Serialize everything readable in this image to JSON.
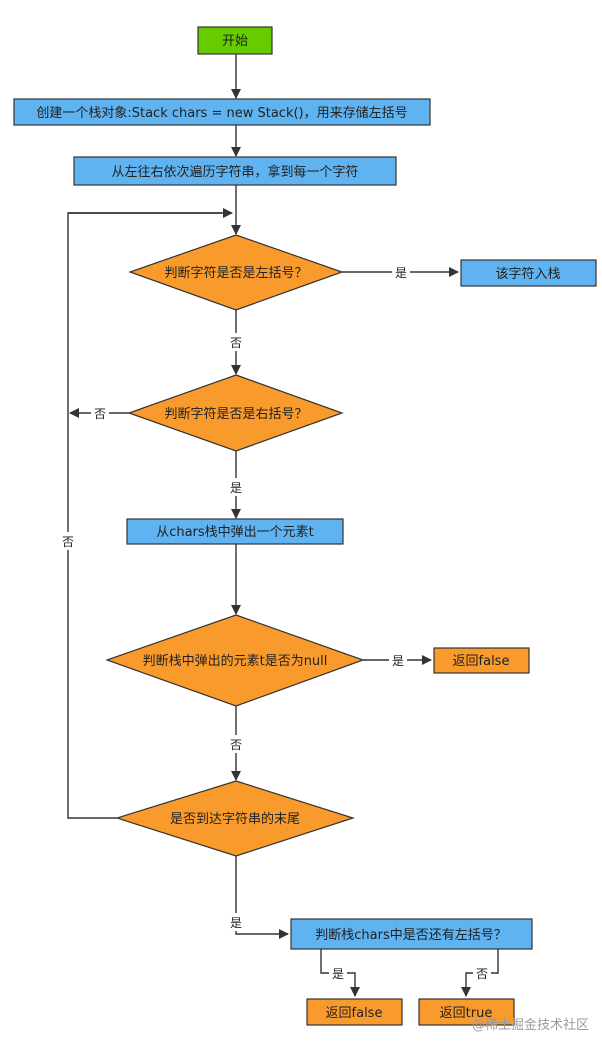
{
  "colors": {
    "start": "#66cc00",
    "process": "#5eb3f0",
    "decision": "#f99b2c",
    "result": "#f99b2c",
    "stroke": "#333333",
    "arrow": "#333333"
  },
  "nodes": {
    "start": "开始",
    "create_stack": "创建一个栈对象:Stack chars = new Stack()，用来存储左括号",
    "traverse": "从左往右依次遍历字符串，拿到每一个字符",
    "is_left_bracket": "判断字符是否是左括号？",
    "push": "该字符入栈",
    "is_right_bracket": "判断字符是否是右括号？",
    "pop": "从chars栈中弹出一个元素t",
    "is_null": "判断栈中弹出的元素t是否为null",
    "return_false_1": "返回false",
    "is_end": "是否到达字符串的末尾",
    "has_left": "判断栈chars中是否还有左括号？",
    "return_false_2": "返回false",
    "return_true": "返回true"
  },
  "edge_labels": {
    "yes_push": "是",
    "no_to_right": "否",
    "no_loop_right": "否",
    "yes_pop": "是",
    "yes_null": "是",
    "no_null": "否",
    "no_loop_end": "否",
    "yes_end": "是",
    "yes_has_left": "是",
    "no_has_left": "否"
  },
  "watermark": "@稀土掘金技术社区"
}
